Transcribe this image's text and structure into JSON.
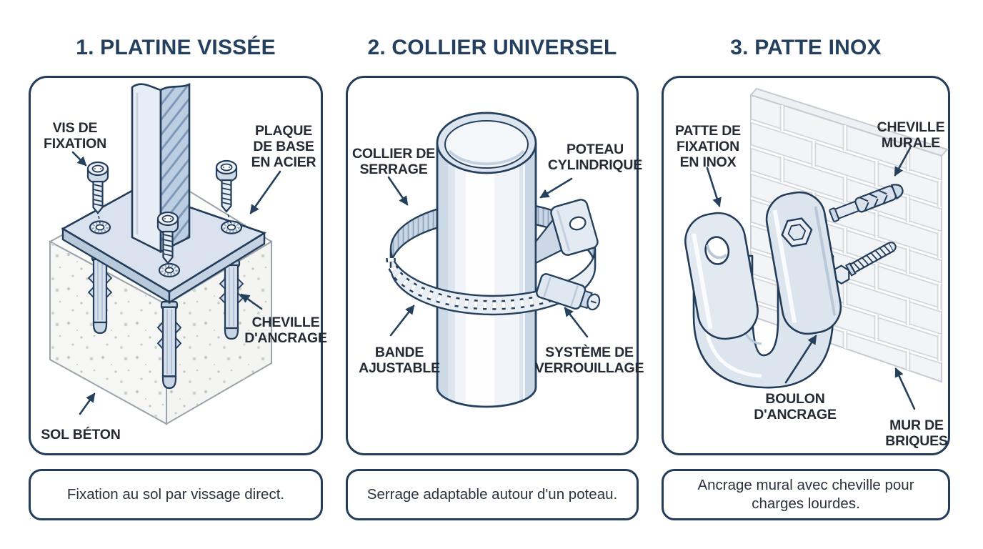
{
  "colors": {
    "outline_navy": "#223c59",
    "title_navy": "#24405e",
    "label_dark": "#252b34",
    "steel_light": "#dce4ee",
    "steel_mid": "#c9d6e5",
    "concrete": "#f6f7f4",
    "brick_wall": "#f2f4f6"
  },
  "panels": [
    {
      "id": "platine-vissee",
      "title": "1. PLATINE VISSÉE",
      "labels": {
        "vis": "VIS DE\nFIXATION",
        "plaque": "PLAQUE\nDE BASE\nEN ACIER",
        "cheville": "CHEVILLE\nD'ANCRAGE",
        "sol": "SOL BÉTON"
      },
      "caption": "Fixation au sol par vissage direct."
    },
    {
      "id": "collier-universel",
      "title": "2. COLLIER UNIVERSEL",
      "labels": {
        "collier": "COLLIER DE\nSERRAGE",
        "poteau": "POTEAU\nCYLINDRIQUE",
        "bande": "BANDE\nAJUSTABLE",
        "systeme": "SYSTÈME DE\nVERROUILLAGE"
      },
      "caption": "Serrage adaptable autour d'un poteau."
    },
    {
      "id": "patte-inox",
      "title": "3. PATTE INOX",
      "labels": {
        "patte": "PATTE DE\nFIXATION\nEN INOX",
        "cheville_murale": "CHEVILLE\nMURALE",
        "boulon": "BOULON\nD'ANCRAGE",
        "mur": "MUR DE\nBRIQUES"
      },
      "caption": "Ancrage mural avec cheville pour\ncharges lourdes."
    }
  ]
}
